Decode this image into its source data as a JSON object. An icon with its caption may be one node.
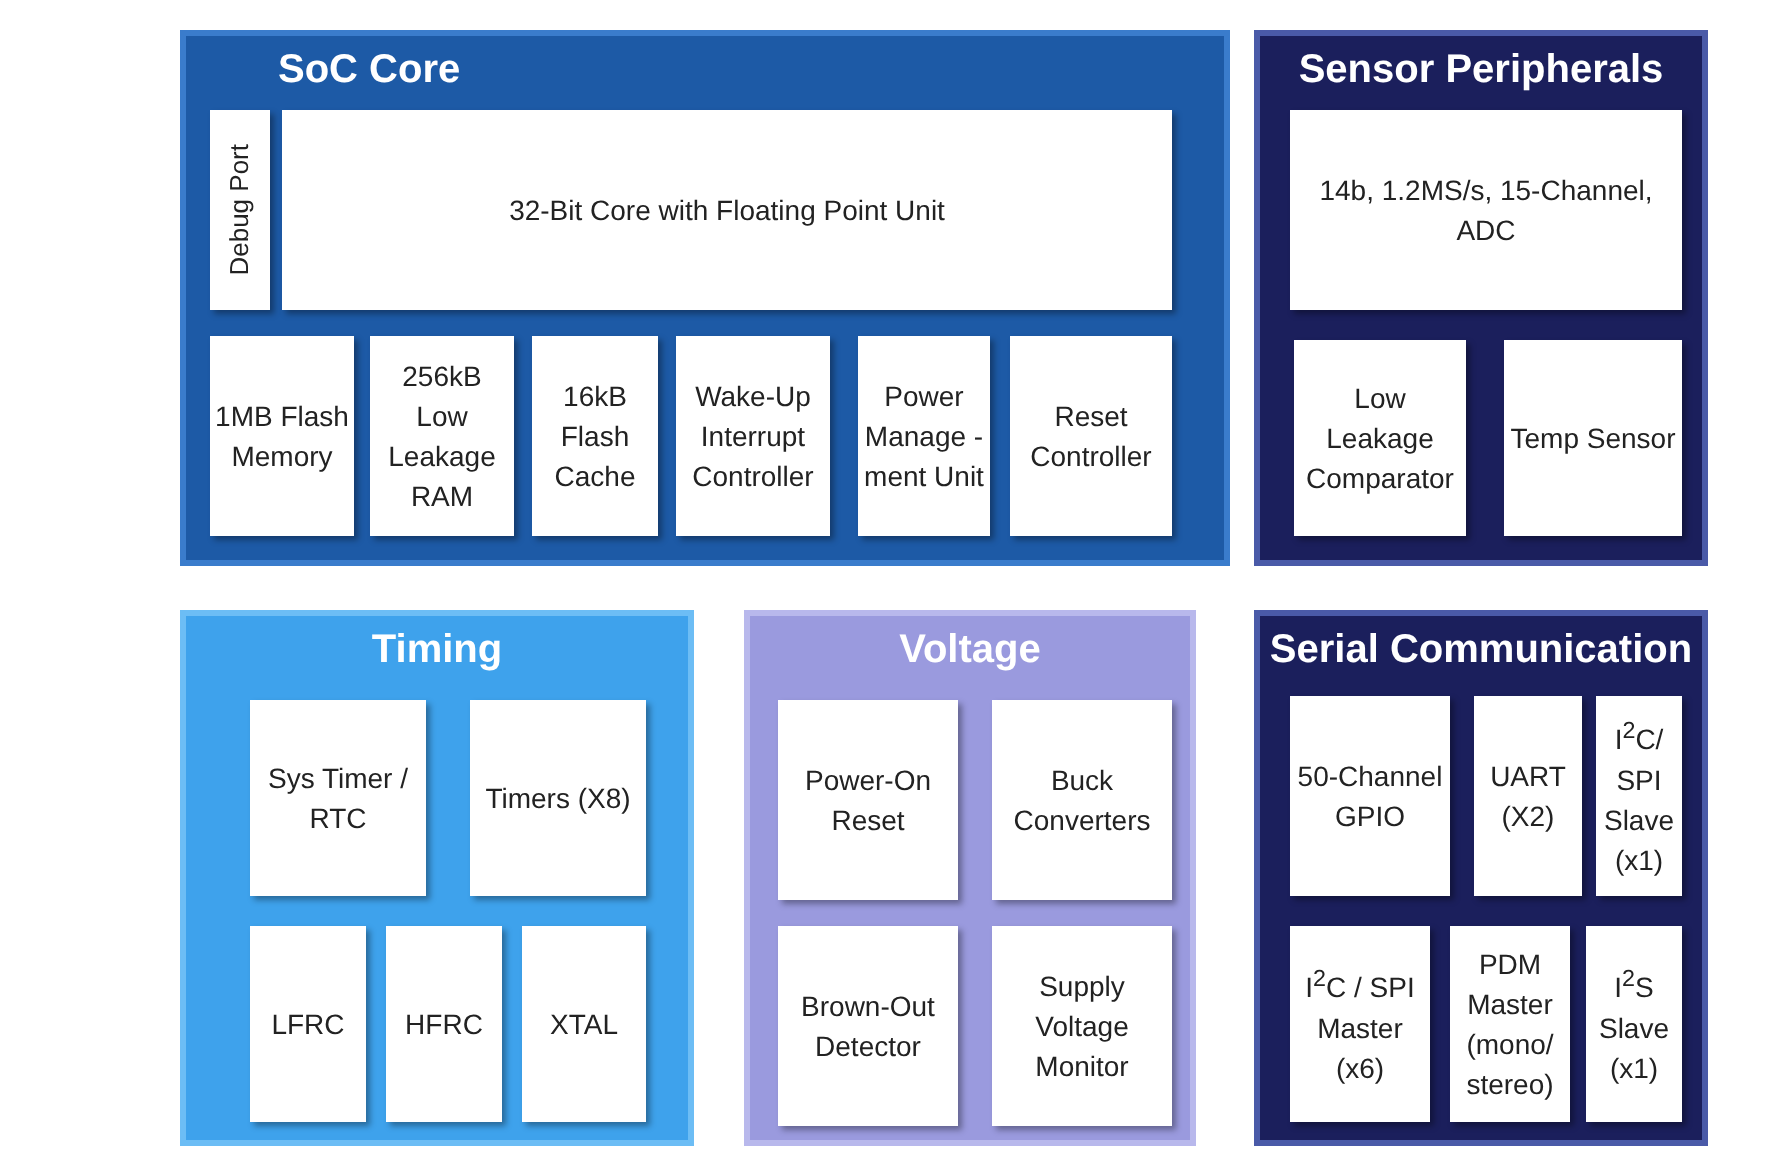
{
  "diagram": {
    "nodes": [
      {
        "text": [
          "SoC Core"
        ]
      },
      {
        "text": [
          "Debug Port"
        ],
        "in": 0
      },
      {
        "text": [
          "32-Bit Core with Floating Point Unit"
        ],
        "in": 0
      },
      {
        "text": [
          "1MB Flash Memory"
        ],
        "in": 0
      },
      {
        "text": [
          "256kB Low Leakage RAM"
        ],
        "in": 0
      },
      {
        "text": [
          "16kB Flash Cache"
        ],
        "in": 0
      },
      {
        "text": [
          "Wake-Up Interrupt Controller"
        ],
        "in": 0
      },
      {
        "text": [
          "Power Manage -ment Unit"
        ],
        "in": 0
      },
      {
        "text": [
          "Reset Controller"
        ],
        "in": 0
      },
      {
        "text": [
          "Sensor Peripherals"
        ]
      },
      {
        "text": [
          "14b, 1.2MS/s, 15-Channel, ADC"
        ],
        "in": 9
      },
      {
        "text": [
          "Low Leakage Comparator"
        ],
        "in": 9
      },
      {
        "text": [
          "Temp Sensor"
        ],
        "in": 9
      },
      {
        "text": [
          "Timing"
        ]
      },
      {
        "text": [
          "Sys Timer / RTC"
        ],
        "in": 13
      },
      {
        "text": [
          "Timers (X8)"
        ],
        "in": 13
      },
      {
        "text": [
          "LFRC"
        ],
        "in": 13
      },
      {
        "text": [
          "HFRC"
        ],
        "in": 13
      },
      {
        "text": [
          "XTAL"
        ],
        "in": 13
      },
      {
        "text": [
          "Voltage"
        ]
      },
      {
        "text": [
          "Power-On Reset"
        ],
        "in": 19
      },
      {
        "text": [
          "Buck Converters"
        ],
        "in": 19
      },
      {
        "text": [
          "Brown-Out Detector"
        ],
        "in": 19
      },
      {
        "text": [
          "Supply Voltage Monitor"
        ],
        "in": 19
      },
      {
        "text": [
          "Serial Communication"
        ]
      },
      {
        "text": [
          "50-Channel GPIO"
        ],
        "in": 24
      },
      {
        "text": [
          "UART (X2)"
        ],
        "in": 24
      },
      {
        "text": [
          "I$^{2}$C/ SPI Slave (x1)"
        ],
        "in": 24
      },
      {
        "text": [
          "I$^{2}$C / SPI Master (x6)"
        ],
        "in": 24
      },
      {
        "text": [
          "PDM Master (mono/ stereo)"
        ],
        "in": 24
      },
      {
        "text": [
          "I$^{2}$S Slave (x1)"
        ],
        "in": 24
      }
    ],
    "edges": []
  }
}
